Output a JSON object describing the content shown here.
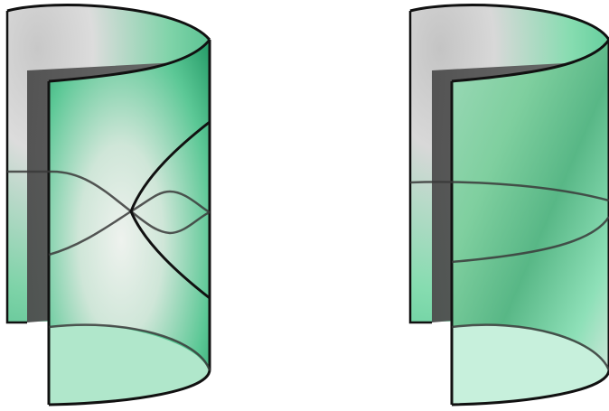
{
  "figure": {
    "panels": [
      {
        "id": "left",
        "description_key": "cylinder-with-intersecting-curves"
      },
      {
        "id": "right",
        "description_key": "cylinder-with-horizontal-loop"
      }
    ]
  },
  "colors": {
    "surface_green": "#3fc08a",
    "surface_light": "#e6efe9",
    "surface_shadow": "#5a5a5a",
    "outline": "#111111",
    "curve": "#3a3a3a"
  }
}
